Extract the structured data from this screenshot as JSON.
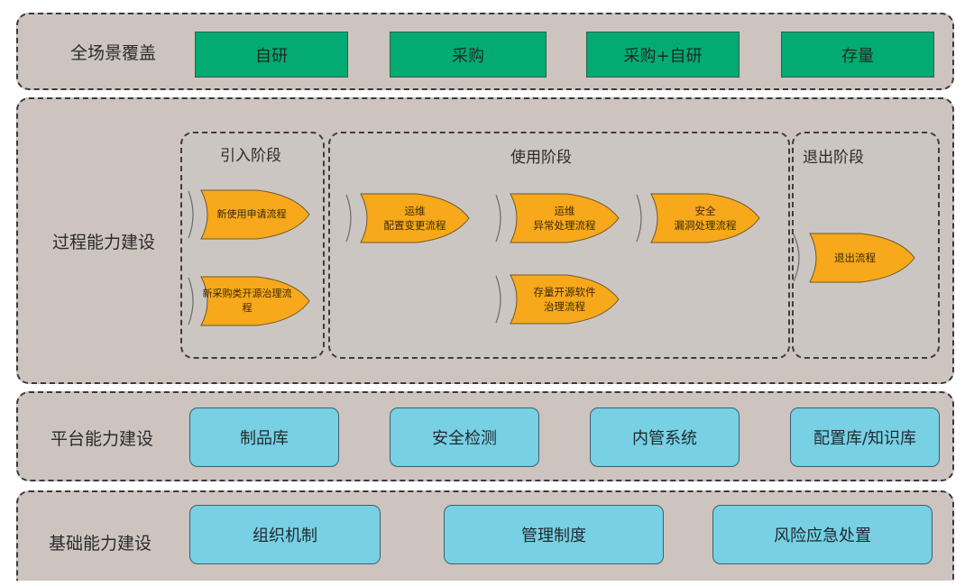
{
  "rows": {
    "coverage": {
      "label": "全场景覆盖",
      "items": [
        "自研",
        "采购",
        "采购+自研",
        "存量"
      ],
      "color": "#03ab73"
    },
    "process": {
      "label": "过程能力建设",
      "stages": {
        "intro": {
          "title": "引入阶段",
          "processes": [
            "新使用申请流程",
            "新采购类开源治理流\n程"
          ]
        },
        "use": {
          "title": "使用阶段",
          "processes": [
            "运维\n配置变更流程",
            "运维\n异常处理流程",
            "安全\n漏洞处理流程",
            "存量开源软件\n治理流程"
          ]
        },
        "exit": {
          "title": "退出阶段",
          "processes": [
            "退出流程"
          ]
        }
      },
      "process_color": "#f7a81b"
    },
    "platform": {
      "label": "平台能力建设",
      "items": [
        "制品库",
        "安全检测",
        "内管系统",
        "配置库/知识库"
      ],
      "color": "#78d0e4"
    },
    "foundation": {
      "label": "基础能力建设",
      "items": [
        "组织机制",
        "管理制度",
        "风险应急处置"
      ],
      "color": "#78d0e4"
    }
  }
}
